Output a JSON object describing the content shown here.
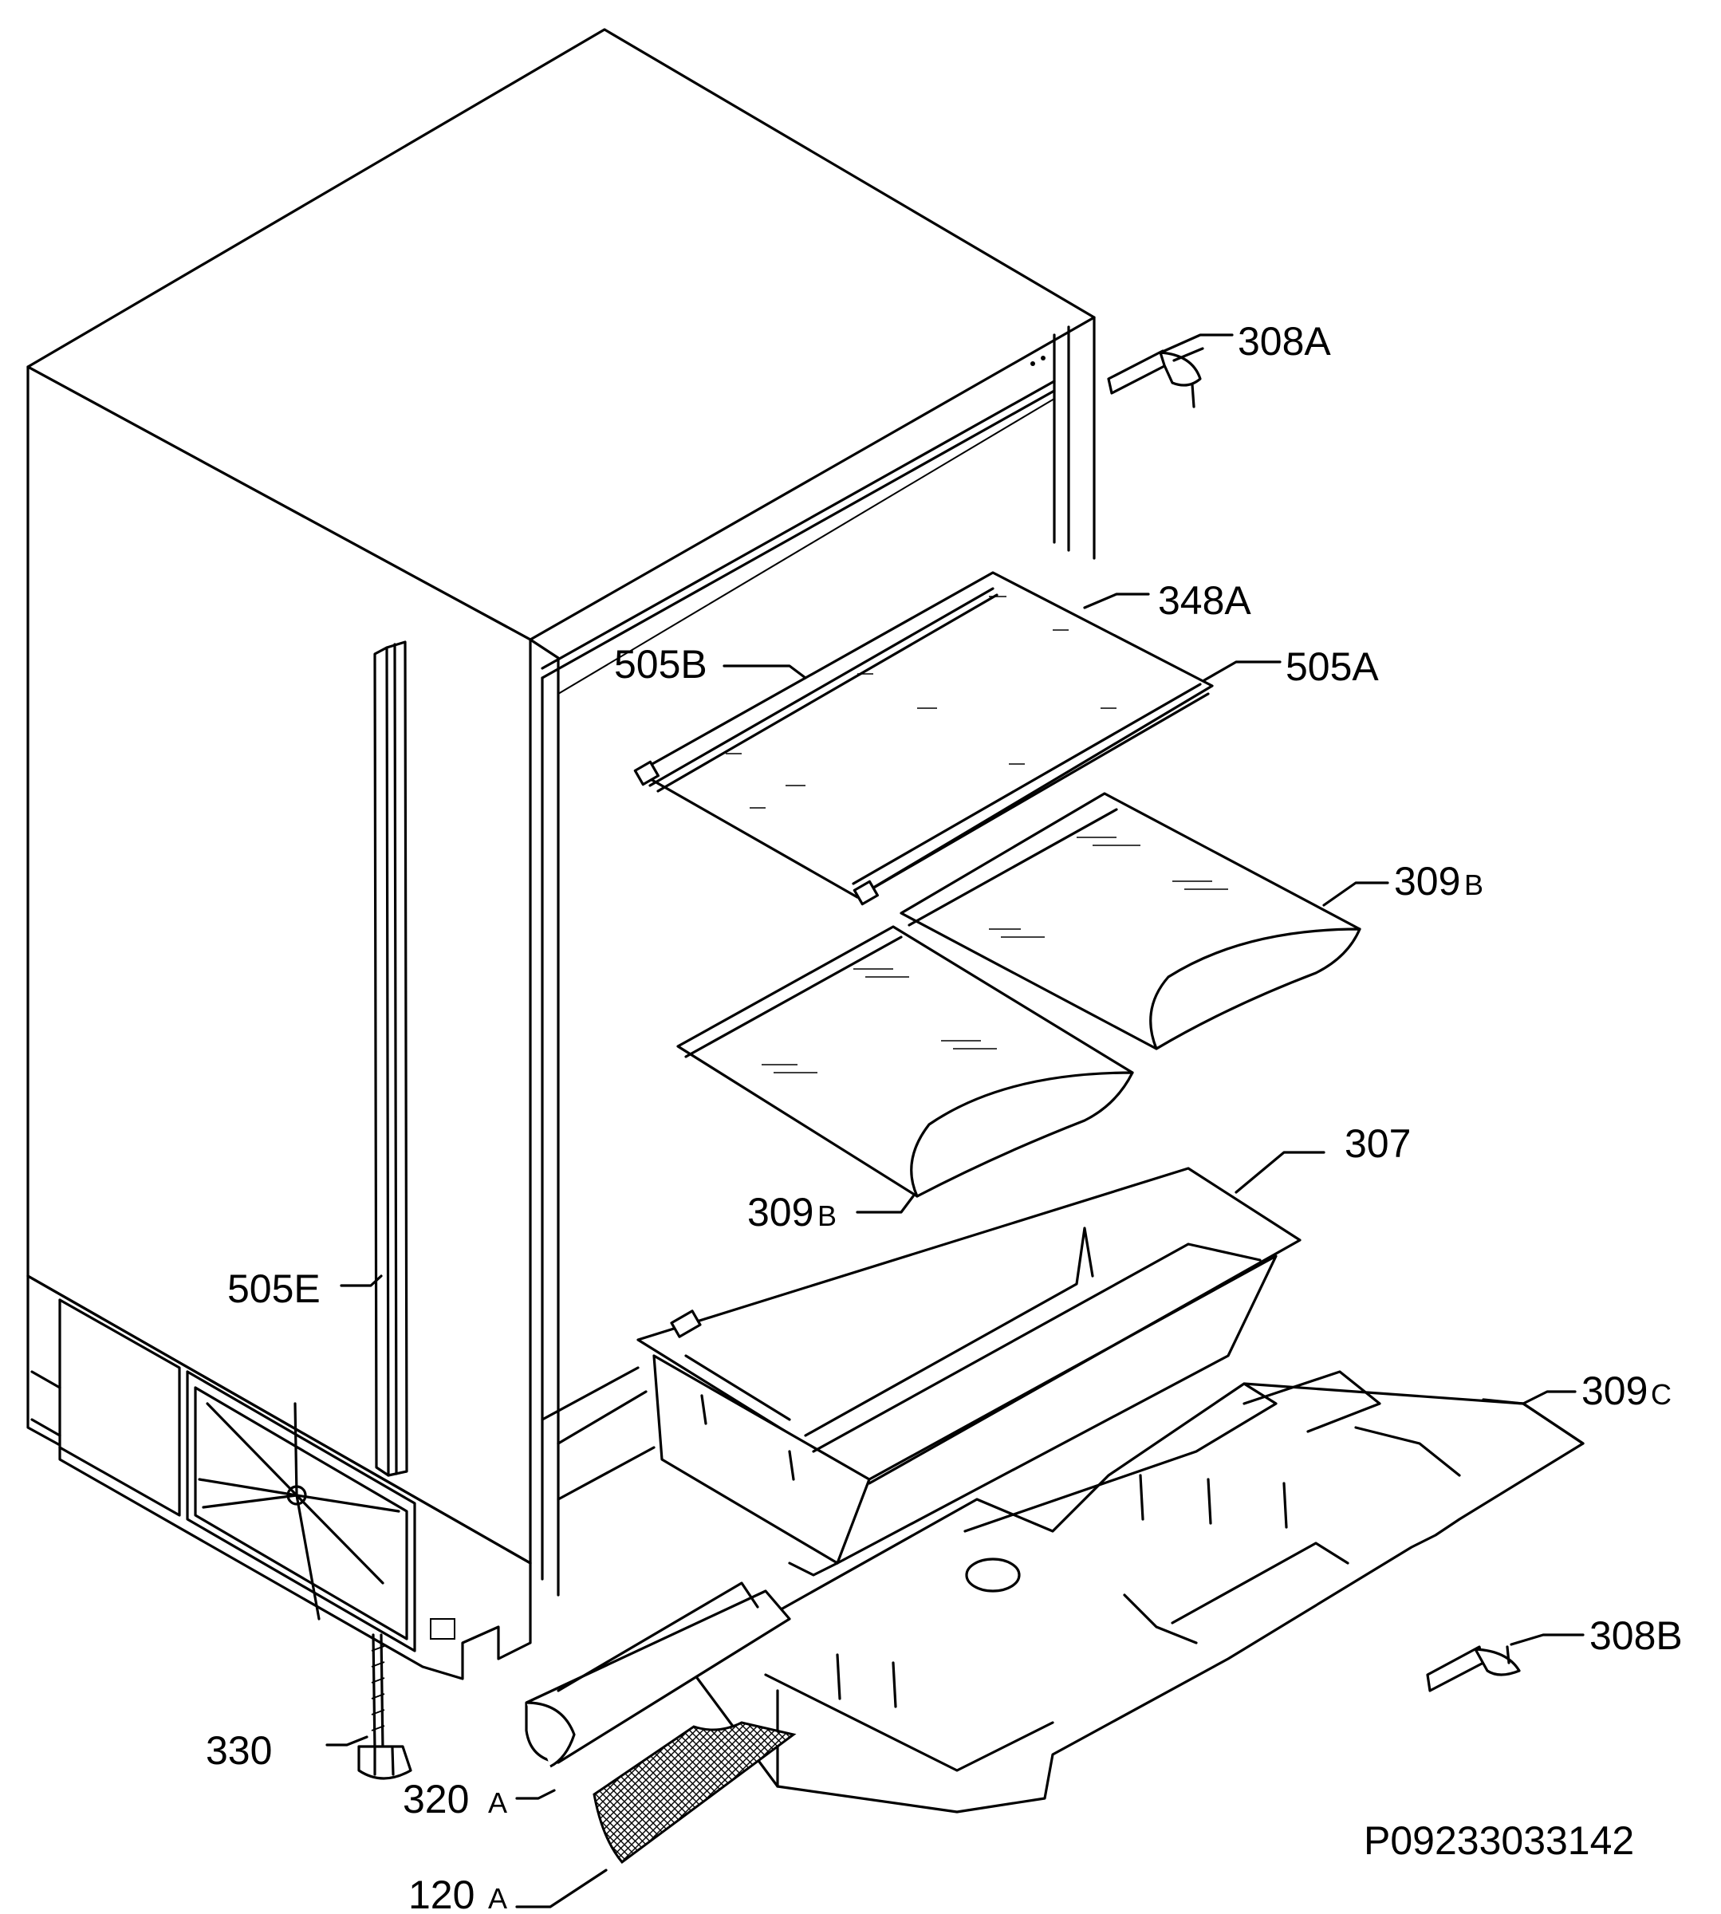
{
  "labels": {
    "l_308A": "308A",
    "l_348A": "348A",
    "l_505B": "505B",
    "l_505A": "505A",
    "l_309B_top": "309",
    "l_309B_top_suffix": "B",
    "l_309B_bot": "309",
    "l_309B_bot_suffix": "B",
    "l_307": "307",
    "l_505E": "505E",
    "l_309C": "309",
    "l_309C_suffix": "C",
    "l_308B": "308B",
    "l_330": "330",
    "l_320A": "320",
    "l_320A_suffix": "A",
    "l_120A": "120",
    "l_120A_suffix": "A"
  },
  "drawing_code": "P09233033142"
}
